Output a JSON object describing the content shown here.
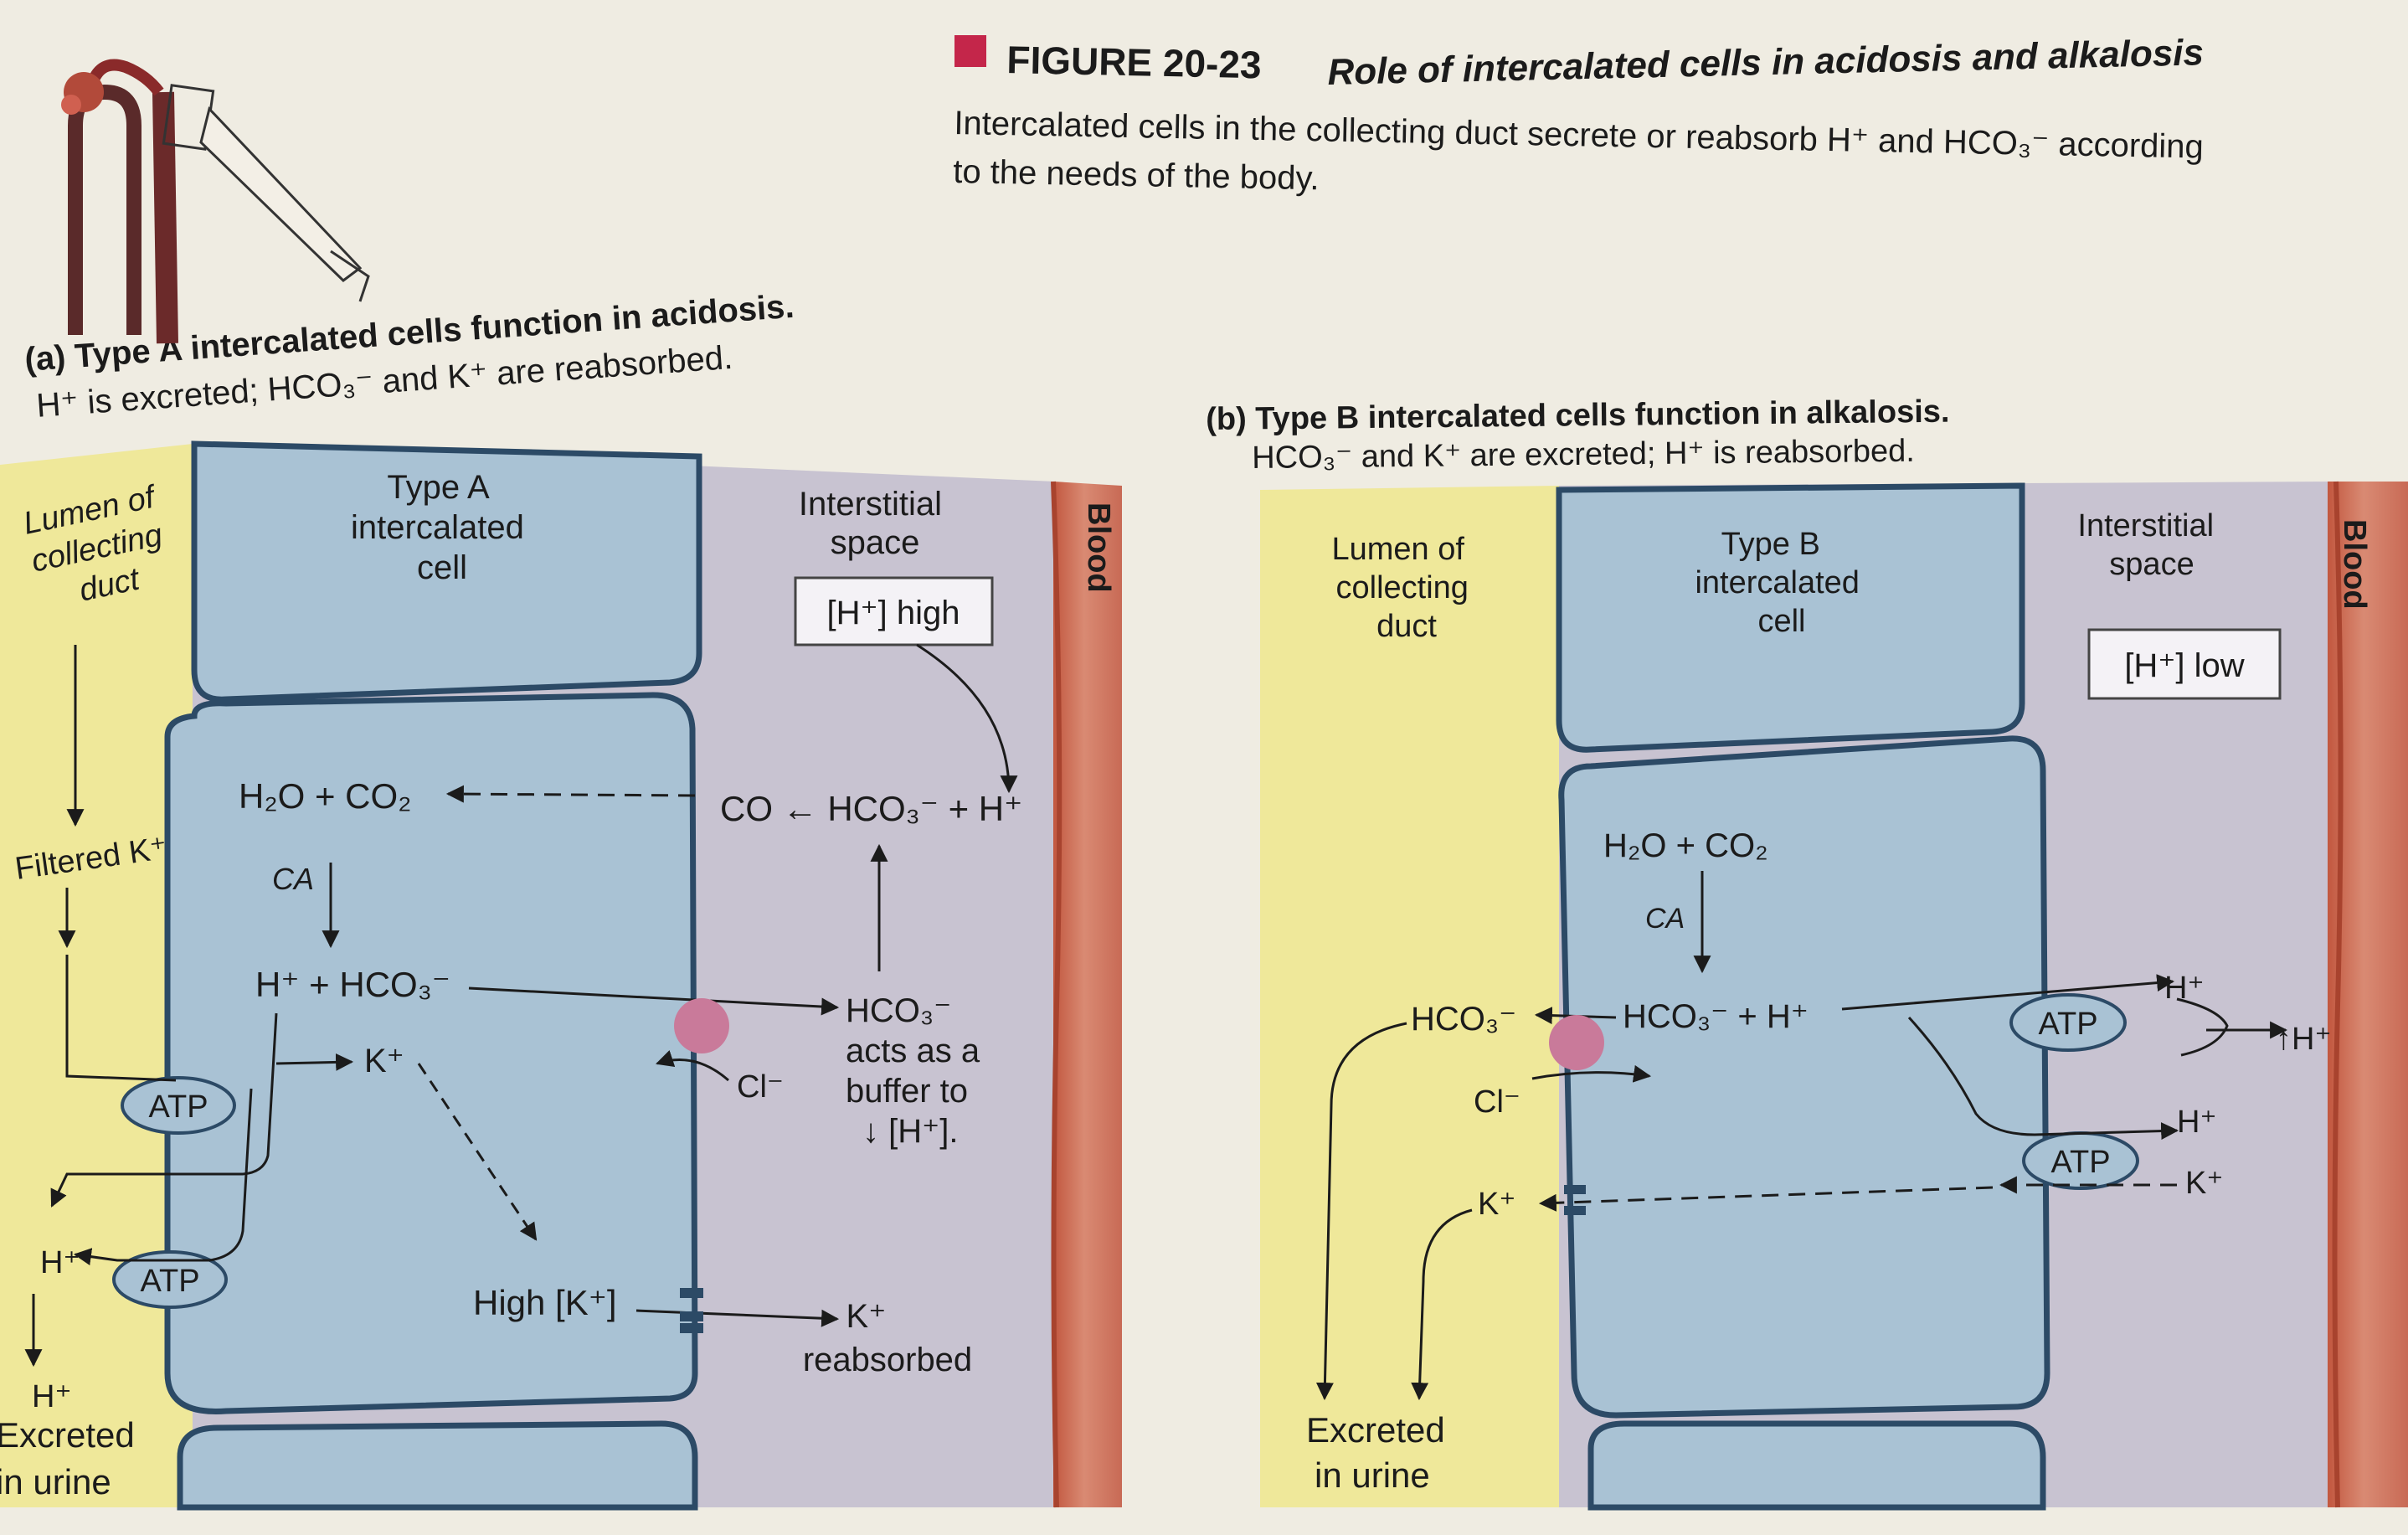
{
  "figure": {
    "number": "FIGURE 20-23",
    "title": "Role of intercalated cells in acidosis and alkalosis",
    "caption_line1": "Intercalated cells in the collecting duct secrete or reabsorb H⁺ and HCO₃⁻ according",
    "caption_line2": "to the needs of the body."
  },
  "panel_a": {
    "heading": "(a) Type A intercalated cells function in acidosis.",
    "subheading": "H⁺ is excreted; HCO₃⁻ and K⁺ are reabsorbed.",
    "lumen_label": [
      "Lumen of",
      "collecting",
      "duct"
    ],
    "cell_label": [
      "Type A",
      "intercalated",
      "cell"
    ],
    "interstitial_label": [
      "Interstitial",
      "space"
    ],
    "blood_label": "Blood",
    "h_box": "[H⁺] high",
    "filtered_k": "Filtered K⁺",
    "h2o_co2": "H₂O + CO₂",
    "ca": "CA",
    "h_hco3": "H⁺ + HCO₃⁻",
    "k_cell": "K⁺",
    "co_reaction": "CO ← HCO₃⁻ + H⁺",
    "cl": "Cl⁻",
    "buffer_text": [
      "HCO₃⁻",
      "acts as a",
      "buffer to",
      "↓ [H⁺]."
    ],
    "atp_1": "ATP",
    "atp_2": "ATP",
    "h_lumen": "H⁺",
    "h_excreted": "H⁺",
    "excreted": [
      "Excreted",
      "in urine"
    ],
    "high_k": "High [K⁺]",
    "k_reabsorbed": [
      "K⁺",
      "reabsorbed"
    ]
  },
  "panel_b": {
    "heading": "(b) Type B intercalated cells function in alkalosis.",
    "subheading": "HCO₃⁻ and K⁺ are excreted; H⁺ is reabsorbed.",
    "lumen_label": [
      "Lumen of",
      "collecting",
      "duct"
    ],
    "cell_label": [
      "Type B",
      "intercalated",
      "cell"
    ],
    "interstitial_label": [
      "Interstitial",
      "space"
    ],
    "blood_label": "Blood",
    "h_box": "[H⁺] low",
    "h2o_co2": "H₂O + CO₂",
    "ca": "CA",
    "hco3_lumen": "HCO₃⁻",
    "hco3_h": "HCO₃⁻ + H⁺",
    "cl": "Cl⁻",
    "k_lumen": "K⁺",
    "atp_1": "ATP",
    "atp_2": "ATP",
    "h_out1": "H⁺",
    "h_out2": "H⁺",
    "h_blood": "↑H⁺",
    "k_out": "K⁺",
    "excreted": [
      "Excreted",
      "in urine"
    ]
  },
  "colors": {
    "lumen": "#efe89a",
    "cell": "#a9c2d4",
    "cell_border": "#2c4a66",
    "interstitial": "#c8c3d1",
    "blood_light": "#d9907c",
    "blood_dark": "#c2573f",
    "transporter": "#c97a9a",
    "accent": "#c4264a"
  }
}
